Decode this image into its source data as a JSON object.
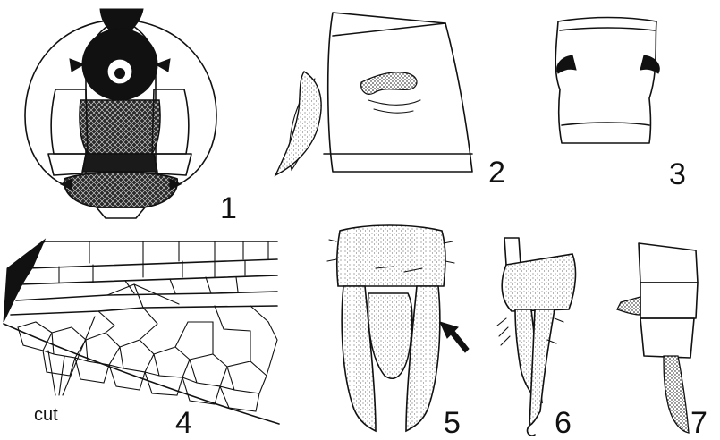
{
  "figures": [
    {
      "label": "1"
    },
    {
      "label": "2"
    },
    {
      "label": "3"
    },
    {
      "label": "4",
      "annotation": "cut"
    },
    {
      "label": "5"
    },
    {
      "label": "6"
    },
    {
      "label": "7"
    }
  ]
}
